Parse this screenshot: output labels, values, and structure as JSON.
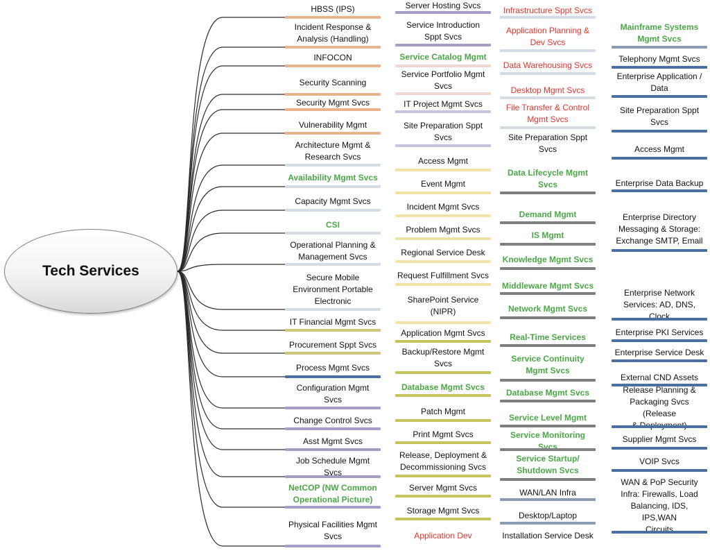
{
  "root": {
    "label": "Tech Services"
  },
  "colors": {
    "tan": "#e8b48e",
    "purple": "#a89cc8",
    "lavender": "#c9c2de",
    "lightgray": "#d6dce6",
    "lightgold": "#f1e2a5",
    "gold": "#cfc67a",
    "olive": "#c4c45a",
    "navy": "#4a6fa0",
    "slate": "#8a9bb4",
    "gray": "#7f7f7f",
    "pink": "#efd8d0",
    "text_red": "#e8322c",
    "text_green": "#4aa845"
  },
  "columns": [
    {
      "name": "col-1",
      "items": [
        {
          "label": "HBSS (IPS)",
          "bar": "tan"
        },
        {
          "label": "Incident Response &\nAnalysis (Handling)",
          "bar": "tan"
        },
        {
          "label": "INFOCON",
          "bar": "tan"
        },
        {
          "label": "Security Scanning",
          "bar": "tan"
        },
        {
          "label": "Security Mgmt Svcs",
          "bar": "tan"
        },
        {
          "label": "Vulnerability Mgmt",
          "bar": "tan"
        },
        {
          "label": "Architecture Mgmt &\nResearch Svcs",
          "bar": "lightgray"
        },
        {
          "label": "Availability Mgmt Svcs",
          "bar": "lightgray",
          "style": "green"
        },
        {
          "label": "Capacity Mgmt Svcs",
          "bar": "lightgray"
        },
        {
          "label": "CSI",
          "bar": "lightgray",
          "style": "green"
        },
        {
          "label": "Operational Planning &\nManagement Svcs",
          "bar": "lightgray"
        },
        {
          "label": "Secure Mobile\nEnvironment Portable\nElectronic",
          "bar": "lightgray"
        },
        {
          "label": "IT Financial Mgmt Svcs",
          "bar": "gold"
        },
        {
          "label": "Procurement Sppt Svcs",
          "bar": "gold"
        },
        {
          "label": "Process Mgmt Svcs",
          "bar": "navy"
        },
        {
          "label": "Configuration Mgmt\nSvcs",
          "bar": "purple"
        },
        {
          "label": "Change Control Svcs",
          "bar": "purple"
        },
        {
          "label": "Asst Mgmt Svcs",
          "bar": "purple"
        },
        {
          "label": "Job Schedule Mgmt Svcs",
          "bar": "purple"
        },
        {
          "label": "NetCOP (NW Common\nOperational Picture)",
          "bar": "purple",
          "style": "green"
        },
        {
          "label": "Physical Facilities Mgmt\nSvcs",
          "bar": "purple"
        }
      ]
    },
    {
      "name": "col-2",
      "items": [
        {
          "label": "Server Hosting Svcs",
          "bar": "purple"
        },
        {
          "label": "Service Introduction\nSppt Svcs",
          "bar": "purple"
        },
        {
          "label": "Service Catalog Mgmt",
          "bar": "pink",
          "style": "green"
        },
        {
          "label": "Service Portfolio Mgmt\nSvcs",
          "bar": "pink"
        },
        {
          "label": "IT Project Mgmt Svcs",
          "bar": "lavender"
        },
        {
          "label": "Site Preparation Sppt\nSvcs",
          "bar": "lavender"
        },
        {
          "label": "Access Mgmt",
          "bar": "lightgold"
        },
        {
          "label": "Event Mgmt",
          "bar": "lightgold"
        },
        {
          "label": "Incident Mgmt Svcs",
          "bar": "lightgold"
        },
        {
          "label": "Problem Mgmt Svcs",
          "bar": "lightgold"
        },
        {
          "label": "Regional Service Desk",
          "bar": "lightgold"
        },
        {
          "label": "Request Fulfillment Svcs",
          "bar": "lightgold"
        },
        {
          "label": "SharePoint Service\n(NIPR)",
          "bar": "lightgold"
        },
        {
          "label": "Application Mgmt Svcs",
          "bar": "olive"
        },
        {
          "label": "Backup/Restore Mgmt\nSvcs",
          "bar": "olive"
        },
        {
          "label": "Database Mgmt Svcs",
          "bar": "olive",
          "style": "green"
        },
        {
          "label": "Patch Mgmt",
          "bar": "olive"
        },
        {
          "label": "Print Mgmt Svcs",
          "bar": "olive"
        },
        {
          "label": "Release, Deployment &\nDecommissioning Svcs",
          "bar": "olive"
        },
        {
          "label": "Server Mgmt Svcs",
          "bar": "olive"
        },
        {
          "label": "Storage Mgmt Svcs",
          "bar": "olive"
        },
        {
          "label": "Application Dev",
          "bar": "none",
          "style": "red"
        }
      ]
    },
    {
      "name": "col-3",
      "items": [
        {
          "label": "Infrastructure Sppt Svcs",
          "bar": "lightgray",
          "style": "red"
        },
        {
          "label": "Application Planning &\nDev Svcs",
          "bar": "lightgray",
          "style": "red"
        },
        {
          "label": "Data Warehousing Svcs",
          "bar": "lightgray",
          "style": "red"
        },
        {
          "label": "Desktop Mgmt Svcs",
          "bar": "lightgray",
          "style": "red"
        },
        {
          "label": "File Transfer & Control\nMgmt Svcs",
          "bar": "lightgray",
          "style": "red"
        },
        {
          "label": "Site Preparation Sppt\nSvcs",
          "bar": "none"
        },
        {
          "label": "Data Lifecycle Mgmt\nSvcs",
          "bar": "gray",
          "style": "green"
        },
        {
          "label": "Demand Mgmt",
          "bar": "gray",
          "style": "green"
        },
        {
          "label": "IS Mgmt",
          "bar": "gray",
          "style": "green"
        },
        {
          "label": "Knowledge Mgmt Svcs",
          "bar": "gray",
          "style": "green"
        },
        {
          "label": "Middleware Mgmt Svcs",
          "bar": "gray",
          "style": "green"
        },
        {
          "label": "Network Mgmt Svcs",
          "bar": "gray",
          "style": "green"
        },
        {
          "label": "Real-Time Services",
          "bar": "gray",
          "style": "green"
        },
        {
          "label": "Service Continuity\nMgmt Svcs",
          "bar": "gray",
          "style": "green"
        },
        {
          "label": "Database Mgmt Svcs",
          "bar": "gray",
          "style": "green"
        },
        {
          "label": "Service Level Mgmt",
          "bar": "gray",
          "style": "green"
        },
        {
          "label": "Service Monitoring Svcs",
          "bar": "gray",
          "style": "green"
        },
        {
          "label": "Service Startup/\nShutdown Svcs",
          "bar": "gray",
          "style": "green"
        },
        {
          "label": "WAN/LAN Infra",
          "bar": "slate"
        },
        {
          "label": "Desktop/Laptop",
          "bar": "slate"
        },
        {
          "label": "Installation Service Desk",
          "bar": "none"
        }
      ]
    },
    {
      "name": "col-4",
      "items": [
        {
          "label": "Mainframe Systems\nMgmt Svcs",
          "bar": "slate",
          "style": "green"
        },
        {
          "label": "Telephony Mgmt Svcs",
          "bar": "navy"
        },
        {
          "label": "Enterprise Application /\nData",
          "bar": "navy"
        },
        {
          "label": "Site Preparation Sppt\nSvcs",
          "bar": "navy"
        },
        {
          "label": "Access Mgmt",
          "bar": "navy"
        },
        {
          "label": "Enterprise Data Backup",
          "bar": "navy"
        },
        {
          "label": "Enterprise Directory\nMessaging & Storage:\nExchange SMTP, Email",
          "bar": "navy"
        },
        {
          "label": "Enterprise Network\nServices: AD, DNS, Clock",
          "bar": "navy"
        },
        {
          "label": "Enterprise PKI Services",
          "bar": "navy"
        },
        {
          "label": "Enterprise Service Desk",
          "bar": "navy"
        },
        {
          "label": "External CND Assets",
          "bar": "navy"
        },
        {
          "label": "Release Planning &\nPackaging Svcs (Release\n& Deployment)",
          "bar": "navy"
        },
        {
          "label": "Supplier Mgmt Svcs",
          "bar": "navy"
        },
        {
          "label": "VOIP Svcs",
          "bar": "navy"
        },
        {
          "label": "WAN & PoP Security\nInfra: Firewalls, Load\nBalancing, IDS, IPS,WAN\nCircuits",
          "bar": "navy"
        }
      ]
    }
  ]
}
